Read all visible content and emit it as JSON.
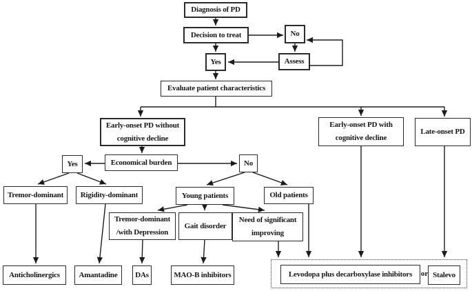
{
  "figure": {
    "background": "#ffffff",
    "line_color": "#1c1c1c"
  },
  "nodes": {
    "diagnosis": {
      "label": "Diagnosis of PD"
    },
    "decision_to_treat": {
      "label": "Decision to treat"
    },
    "no_treat": {
      "label": "No"
    },
    "assess": {
      "label": "Assess"
    },
    "yes_treat": {
      "label": "Yes"
    },
    "evaluate": {
      "label": "Evaluate patient characteristics"
    },
    "early_onset_without": {
      "line1": "Early-onset PD without",
      "line2": "cognitive decline"
    },
    "early_onset_with": {
      "line1": "Early-onset PD with",
      "line2": "cognitive decline"
    },
    "late_onset": {
      "label": "Late-onset PD"
    },
    "economical_burden": {
      "label": "Economical burden"
    },
    "yes_burden": {
      "label": "Yes"
    },
    "no_burden": {
      "label": "No"
    },
    "tremor_dominant": {
      "label": "Tremor-dominant"
    },
    "rigidity_dominant": {
      "label": "Rigidity-dominant"
    },
    "young_patients": {
      "label": "Young patients"
    },
    "old_patients": {
      "label": "Old patients"
    },
    "tremor_depression": {
      "line1": "Tremor-dominant",
      "line2": "/with Depression"
    },
    "gait_disorder": {
      "label": "Gait disorder"
    },
    "need_improving": {
      "line1": "Need of significant",
      "line2": "improving"
    },
    "anticholinergics": {
      "label": "Anticholinergics"
    },
    "amantadine": {
      "label": "Amantadine"
    },
    "das": {
      "label": "DAs"
    },
    "maob_inhibitors": {
      "label": "MAO-B inhibitors"
    },
    "levodopa": {
      "label": "Levodopa plus decarboxylase inhibitors"
    },
    "or_connector": {
      "label": "or"
    },
    "stalevo": {
      "label": "Stalevo"
    }
  }
}
